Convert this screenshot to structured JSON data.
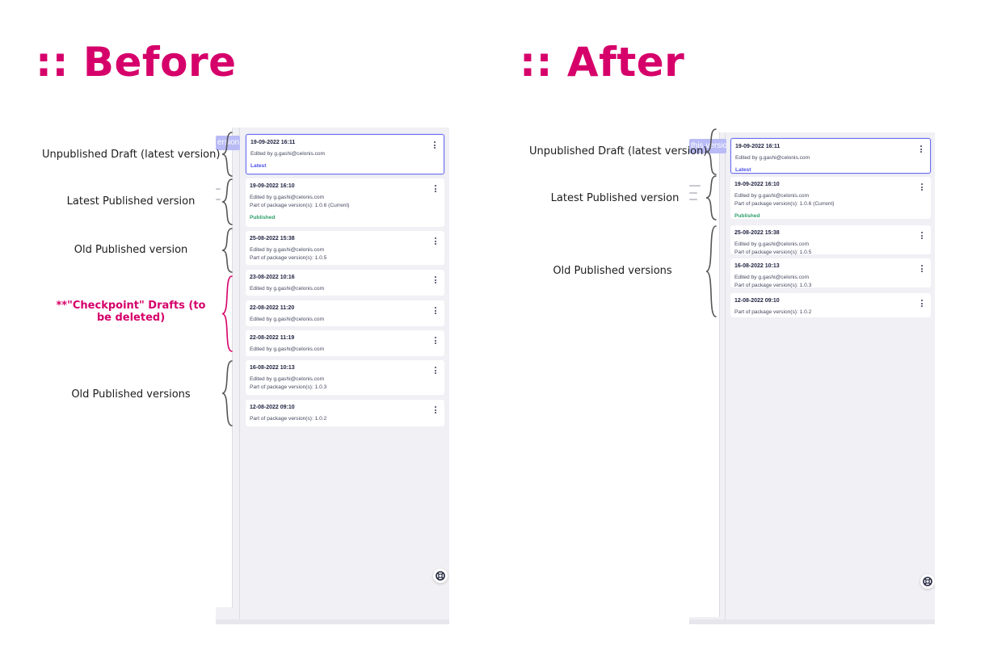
{
  "headings": {
    "before": ":: Before",
    "after": ":: After"
  },
  "colors": {
    "accent": "#d6006a",
    "selected_border": "#6b6ff0",
    "latest": "#4b50e6",
    "published": "#2e9e6a",
    "panel_bg": "#f0f0f5"
  },
  "before": {
    "header_button_fragment": "ersion",
    "labels": {
      "unpublished_draft": "Unpublished Draft (latest version)",
      "latest_published": "Latest Published version",
      "old_published_single": "Old Published version",
      "checkpoint_drafts": "**\"Checkpoint\" Drafts (to be deleted)",
      "old_published_versions": "Old Published versions"
    },
    "cards": [
      {
        "date": "19-09-2022 16:11",
        "lines": [
          "Edited by g.gashi@celonis.com"
        ],
        "badge": "Latest",
        "badge_type": "latest",
        "selected": true
      },
      {
        "date": "19-09-2022 16:10",
        "lines": [
          "Edited by g.gashi@celonis.com",
          "Part of package version(s): 1.0.6 (Current)"
        ],
        "badge": "Published",
        "badge_type": "published"
      },
      {
        "date": "25-08-2022 15:38",
        "lines": [
          "Edited by g.gashi@celonis.com",
          "Part of package version(s): 1.0.5"
        ]
      },
      {
        "date": "23-08-2022 10:16",
        "lines": [
          "Edited by g.gashi@celonis.com"
        ]
      },
      {
        "date": "22-08-2022 11:20",
        "lines": [
          "Edited by g.gashi@celonis.com"
        ]
      },
      {
        "date": "22-08-2022 11:19",
        "lines": [
          "Edited by g.gashi@celonis.com"
        ]
      },
      {
        "date": "16-08-2022 10:13",
        "lines": [
          "Edited by g.gashi@celonis.com",
          "Part of package version(s): 1.0.3"
        ]
      },
      {
        "date": "12-08-2022 09:10",
        "lines": [
          "Part of package version(s): 1.0.2"
        ]
      }
    ]
  },
  "after": {
    "header_button_fragment": "this versio",
    "labels": {
      "unpublished_draft": "Unpublished Draft (latest version)",
      "latest_published": "Latest Published version",
      "old_published_versions": "Old Published versions"
    },
    "cards": [
      {
        "date": "19-09-2022 16:11",
        "lines": [
          "Edited by g.gashi@celonis.com"
        ],
        "badge": "Latest",
        "badge_type": "latest",
        "selected": true
      },
      {
        "date": "19-09-2022 16:10",
        "lines": [
          "Edited by g.gashi@celonis.com",
          "Part of package version(s): 1.0.6 (Current)"
        ],
        "badge": "Published",
        "badge_type": "published"
      },
      {
        "date": "25-08-2022 15:38",
        "lines": [
          "Edited by g.gashi@celonis.com",
          "Part of package version(s): 1.0.5"
        ]
      },
      {
        "date": "16-08-2022 10:13",
        "lines": [
          "Edited by g.gashi@celonis.com",
          "Part of package version(s): 1.0.3"
        ]
      },
      {
        "date": "12-08-2022 09:10",
        "lines": [
          "Part of package version(s): 1.0.2"
        ]
      }
    ]
  }
}
